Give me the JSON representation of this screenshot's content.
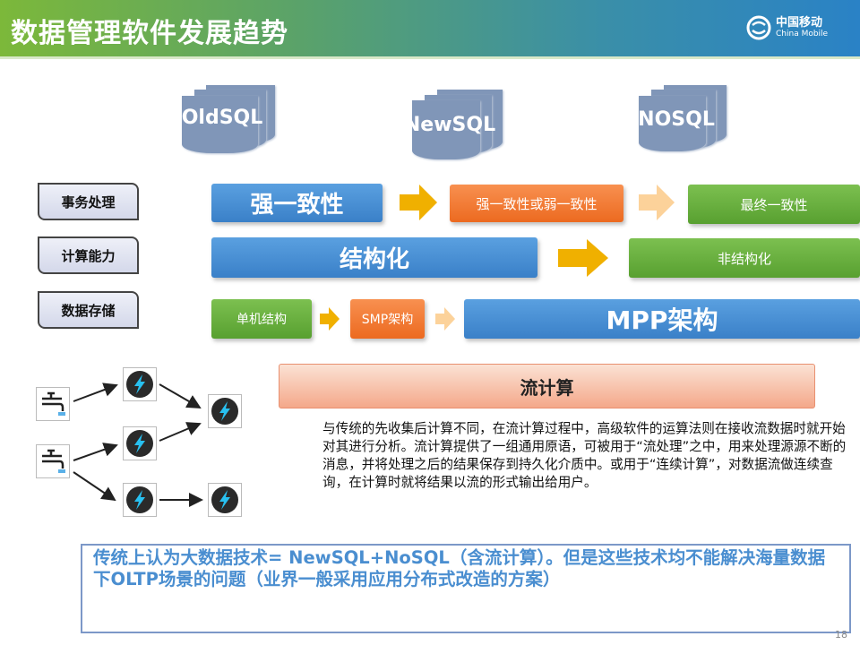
{
  "header": {
    "title": "数据管理软件发展趋势",
    "logo_cn": "中国移动",
    "logo_en": "China Mobile"
  },
  "categories": [
    "OldSQL",
    "NewSQL",
    "NOSQL"
  ],
  "rows": {
    "transaction": {
      "label": "事务处理",
      "stages": [
        "强一致性",
        "强一致性或弱一致性",
        "最终一致性"
      ]
    },
    "compute": {
      "label": "计算能力",
      "stages": [
        "结构化",
        "非结构化"
      ]
    },
    "storage": {
      "label": "数据存储",
      "stages": [
        "单机结构",
        "SMP架构",
        "MPP架构"
      ]
    }
  },
  "stream": {
    "title": "流计算",
    "description": "与传统的先收集后计算不同，在流计算过程中，高级软件的运算法则在接收流数据时就开始对其进行分析。流计算提供了一组通用原语，可被用于“流处理”之中，用来处理源源不断的消息，并将处理之后的结果保存到持久化介质中。或用于“连续计算”，对数据流做连续查询，在计算时就将结果以流的形式输出给用户。"
  },
  "conclusion": "传统上认为大数据技术= NewSQL+NoSQL（含流计算）。但是这些技术均不能解决海量数据下OLTP场景的问题（业界一般采用应用分布式改造的方案）",
  "page_number": "18",
  "colors": {
    "blue": "#3a80c8",
    "orange": "#ec6a20",
    "green": "#58a030",
    "arrow": "#f0b000",
    "conclusion_text": "#4a8ed0"
  }
}
